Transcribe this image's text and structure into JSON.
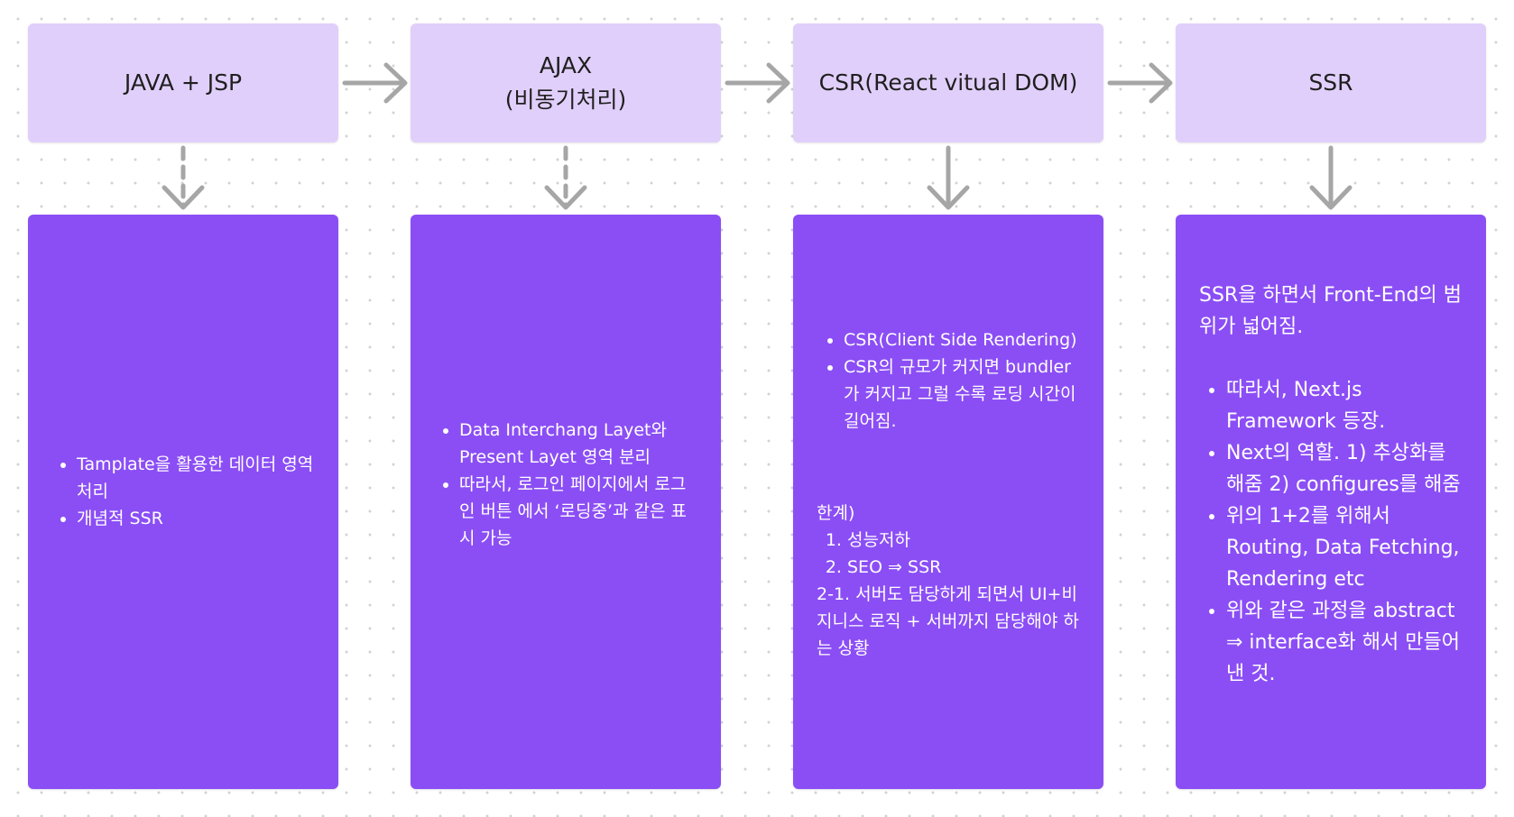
{
  "colors": {
    "header_fill": "#e1cffb",
    "body_fill": "#8b4ef5",
    "arrow": "#a6a6a6",
    "canvas_dots": "#d2d2d2"
  },
  "stages": [
    {
      "title": "JAVA + JSP",
      "bullets": [
        "Tamplate을 활용한 데이터 영역 처리",
        "개념적 SSR"
      ]
    },
    {
      "title": "AJAX\n(비동기처리)",
      "bullets": [
        "Data Interchang Layet와 Present Layet 영역 분리",
        "따라서, 로그인 페이지에서 로그인 버튼 에서 ‘로딩중’과 같은 표시 가능"
      ]
    },
    {
      "title": "CSR(React vitual DOM)",
      "bullets": [
        "CSR(Client Side Rendering)",
        "CSR의 규모가 커지면 bundler가 커지고 그럴 수록 로딩 시간이 길어짐."
      ],
      "limit_heading": "한계)",
      "limits": [
        "성능저하",
        "SEO ⇒ SSR"
      ],
      "limit_note": "2-1. 서버도 담당하게 되면서 UI+비지니스 로직 + 서버까지 담당해야 하는 상황"
    },
    {
      "title": "SSR",
      "intro": "SSR을 하면서 Front-End의 범위가 넓어짐.",
      "bullets": [
        "따라서, Next.js Framework 등장.",
        "Next의 역할. 1) 추상화를 해줌 2) configures를 해줌",
        "위의 1+2를 위해서 Routing, Data Fetching, Rendering etc",
        "위와 같은 과정을 abstract ⇒ interface화 해서 만들어 낸 것."
      ]
    }
  ],
  "connectors": {
    "horizontal": "solid-arrow",
    "vertical": [
      "dashed-arrow",
      "dashed-arrow",
      "solid-arrow",
      "solid-arrow"
    ]
  }
}
